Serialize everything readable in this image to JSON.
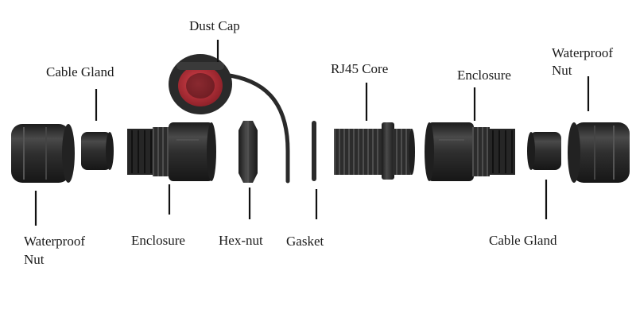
{
  "labels": {
    "dust_cap": "Dust Cap",
    "cable_gland_left": "Cable Gland",
    "rj45_core": "RJ45 Core",
    "enclosure_right": "Enclosure",
    "waterproof_nut_right_1": "Waterproof",
    "waterproof_nut_right_2": "Nut",
    "waterproof_nut_left_1": "Waterproof",
    "waterproof_nut_left_2": "Nut",
    "enclosure_left": "Enclosure",
    "hex_nut": "Hex-nut",
    "gasket": "Gasket",
    "cable_gland_right": "Cable Gland"
  },
  "colors": {
    "part_body": "#2e2e2e",
    "part_highlight": "#5a5a5a",
    "cap_inner": "#c0303a",
    "text": "#1a1a1a"
  }
}
